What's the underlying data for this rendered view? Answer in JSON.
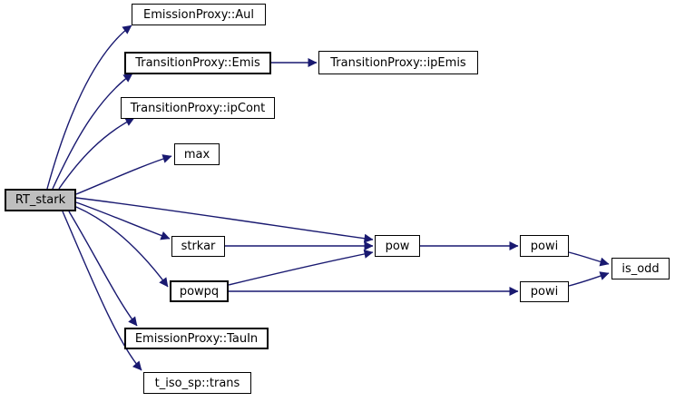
{
  "diagram": {
    "type": "call-graph",
    "root": "RT_stark",
    "colors": {
      "edge": "#191970",
      "node_fill": "#ffffff",
      "root_node_fill": "#bfbfbf",
      "node_border": "#000000",
      "background": "#ffffff"
    },
    "nodes": [
      {
        "id": "rt_stark",
        "label": "RT_stark",
        "style": "root"
      },
      {
        "id": "aul",
        "label": "EmissionProxy::Aul",
        "style": "normal"
      },
      {
        "id": "emis",
        "label": "TransitionProxy::Emis",
        "style": "bold"
      },
      {
        "id": "ipemis",
        "label": "TransitionProxy::ipEmis",
        "style": "normal"
      },
      {
        "id": "ipcont",
        "label": "TransitionProxy::ipCont",
        "style": "normal"
      },
      {
        "id": "max",
        "label": "max",
        "style": "normal"
      },
      {
        "id": "strkar",
        "label": "strkar",
        "style": "normal"
      },
      {
        "id": "powpq",
        "label": "powpq",
        "style": "bold"
      },
      {
        "id": "tauin",
        "label": "EmissionProxy::TauIn",
        "style": "bold"
      },
      {
        "id": "trans",
        "label": "t_iso_sp::trans",
        "style": "normal"
      },
      {
        "id": "pow",
        "label": "pow",
        "style": "normal"
      },
      {
        "id": "powi_top",
        "label": "powi",
        "style": "normal"
      },
      {
        "id": "powi_bottom",
        "label": "powi",
        "style": "normal"
      },
      {
        "id": "is_odd",
        "label": "is_odd",
        "style": "normal"
      }
    ],
    "edges": [
      {
        "from": "RT_stark",
        "to": "EmissionProxy::Aul"
      },
      {
        "from": "RT_stark",
        "to": "TransitionProxy::Emis"
      },
      {
        "from": "RT_stark",
        "to": "TransitionProxy::ipCont"
      },
      {
        "from": "RT_stark",
        "to": "max"
      },
      {
        "from": "RT_stark",
        "to": "pow"
      },
      {
        "from": "RT_stark",
        "to": "strkar"
      },
      {
        "from": "RT_stark",
        "to": "powpq"
      },
      {
        "from": "RT_stark",
        "to": "EmissionProxy::TauIn"
      },
      {
        "from": "RT_stark",
        "to": "t_iso_sp::trans"
      },
      {
        "from": "TransitionProxy::Emis",
        "to": "TransitionProxy::ipEmis"
      },
      {
        "from": "strkar",
        "to": "pow"
      },
      {
        "from": "powpq",
        "to": "pow"
      },
      {
        "from": "powpq",
        "to": "powi"
      },
      {
        "from": "pow",
        "to": "powi"
      },
      {
        "from": "powi",
        "to": "is_odd"
      },
      {
        "from": "powi",
        "to": "is_odd"
      }
    ]
  }
}
